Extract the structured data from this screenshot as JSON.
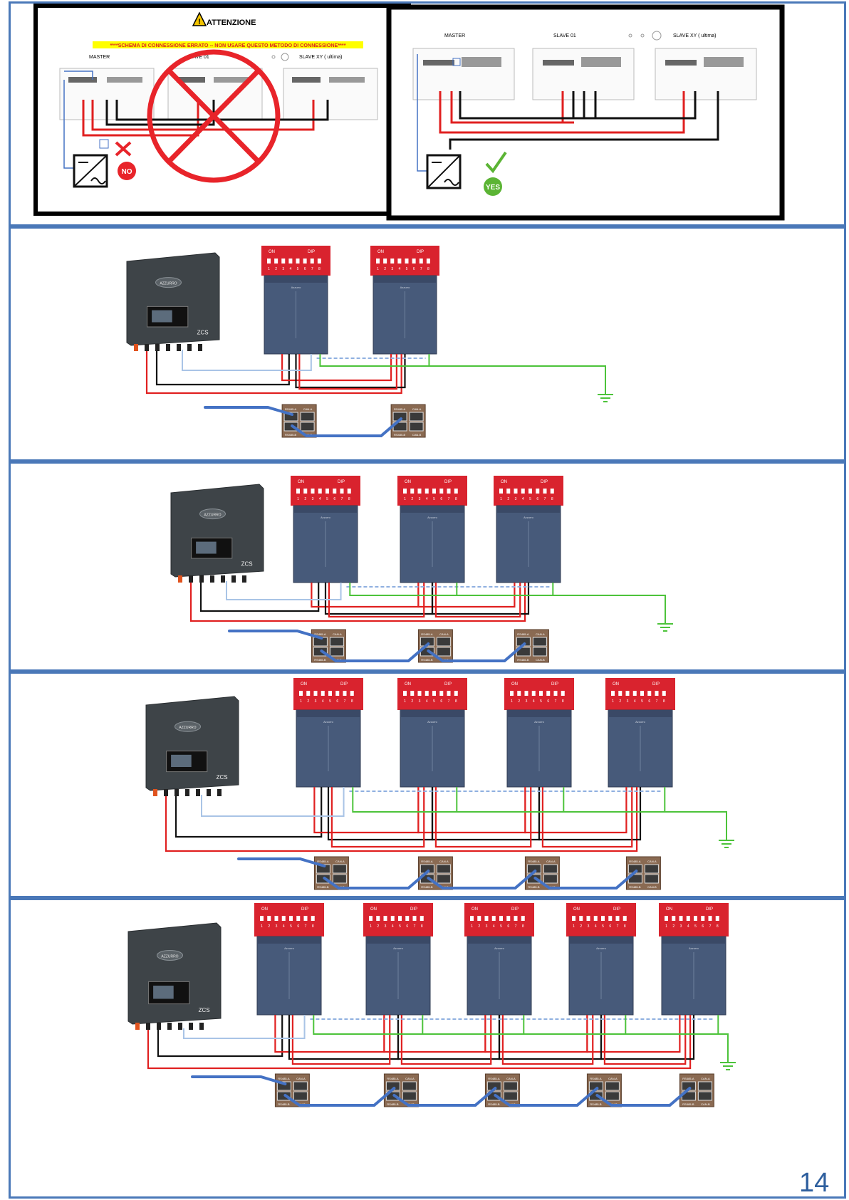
{
  "warning_panel": {
    "wrong": {
      "title": "ATTENZIONE",
      "subtitle": "****SCHEMA DI CONNESSIONE ERRATO -- NON USARE QUESTO METODO DI CONNESSIONE****",
      "label_master": "MASTER",
      "label_slave": "SLAVE 01",
      "label_slave_last": "SLAVE  XY ( ultima)",
      "badge": "NO"
    },
    "right": {
      "label_master": "MASTER",
      "label_slave": "SLAVE 01",
      "label_slave_last": "SLAVE  XY ( ultima)",
      "badge": "YES"
    }
  },
  "dip": {
    "on": "ON",
    "dip": "DIP",
    "numbers": [
      "1",
      "2",
      "3",
      "4",
      "5",
      "6",
      "7",
      "8"
    ]
  },
  "ports": {
    "a": "RS485-A",
    "b": "CAN-A",
    "c": "RS485-B",
    "d": "CAN-B"
  },
  "inverter": {
    "brand": "AZZURRO",
    "logo": "ZCS"
  },
  "battery": {
    "brand": "Azzurro"
  },
  "rows": [
    {
      "count": 2
    },
    {
      "count": 3
    },
    {
      "count": 4
    },
    {
      "count": 5
    }
  ],
  "colors": {
    "frame": "#4a78b8",
    "red": "#e02020",
    "black": "#111111",
    "green": "#4cc33a",
    "blue_cable": "#4472c4",
    "dip_red": "#d9232e",
    "battery": "#475a7a",
    "inverter": "#3e4448"
  },
  "page_number": "14"
}
